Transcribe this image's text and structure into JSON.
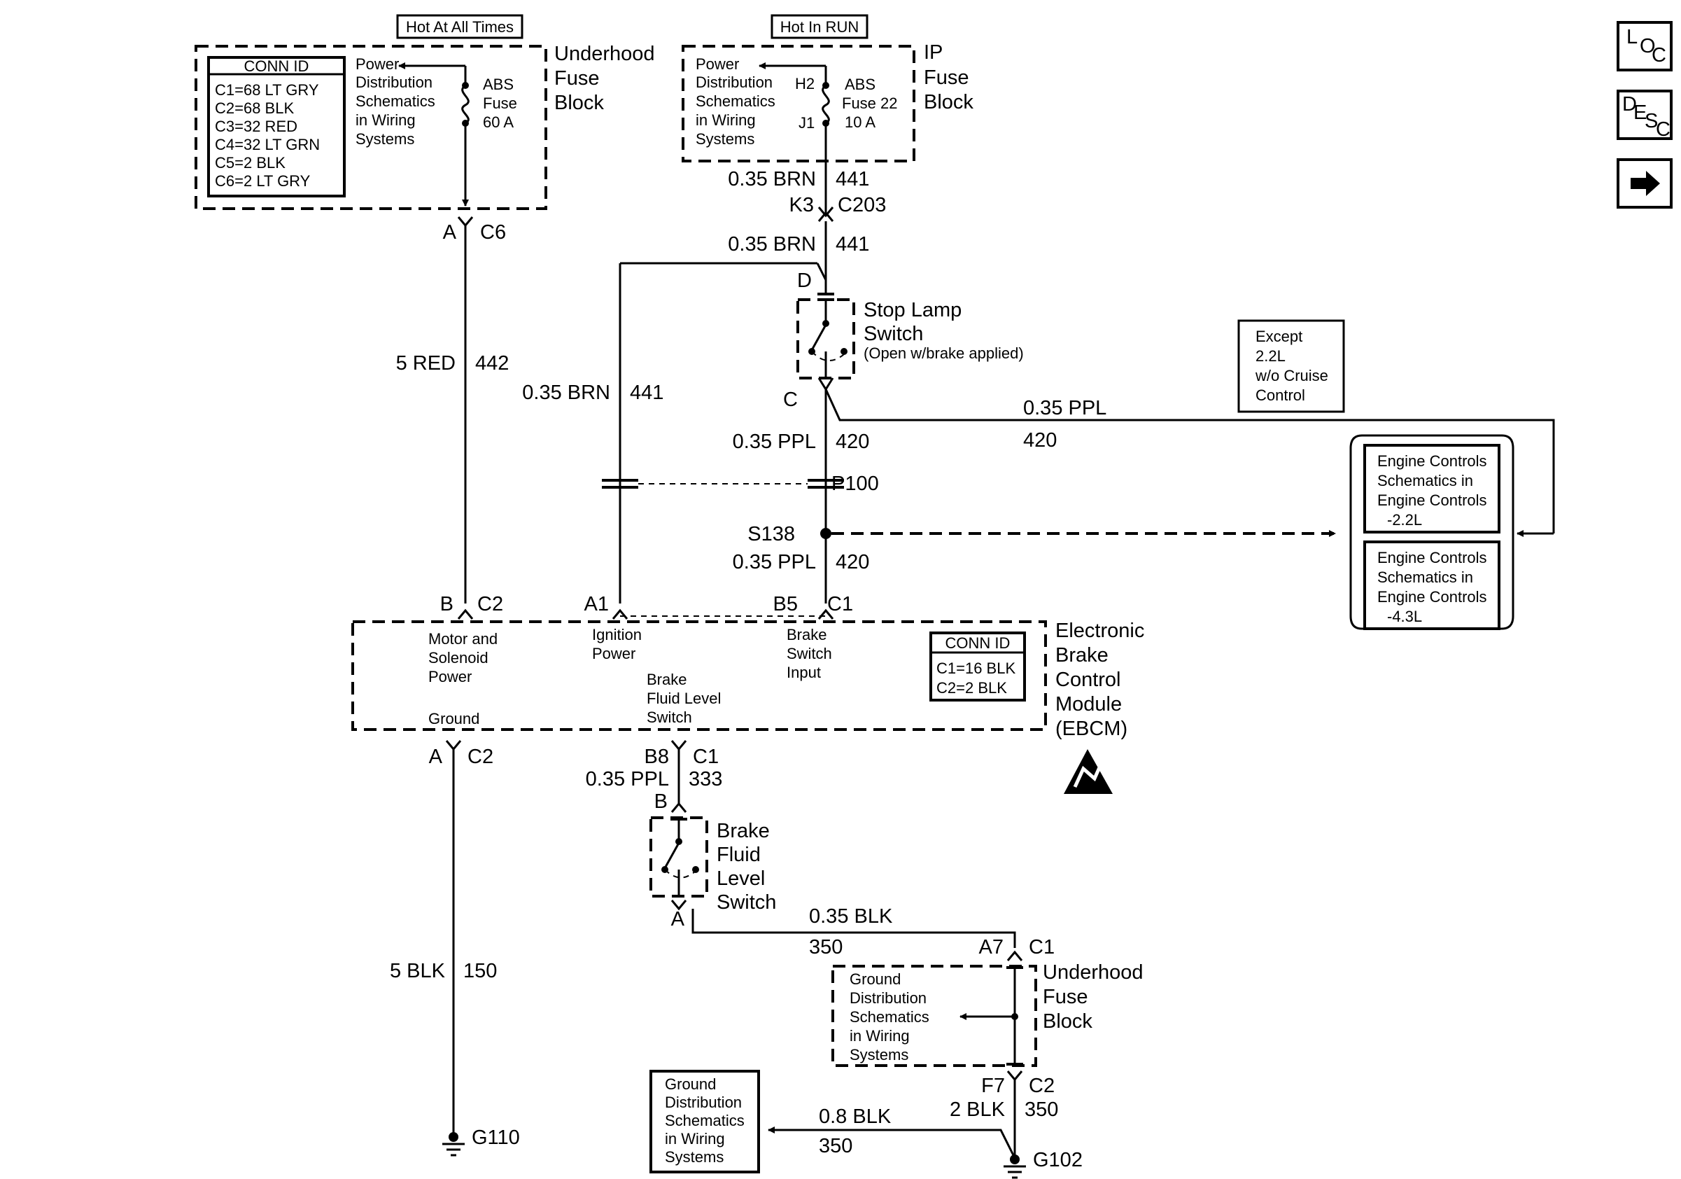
{
  "nav": {
    "loc": [
      "L",
      "O",
      "C"
    ],
    "desc": [
      "D",
      "E",
      "S",
      "C"
    ]
  },
  "hot_at_all_times": "Hot At All Times",
  "hot_in_run": "Hot In RUN",
  "underhood_fuse_block_top": {
    "name": [
      "Underhood",
      "Fuse",
      "Block"
    ],
    "conn_id_title": "CONN ID",
    "conn_ids": [
      "C1=68 LT GRY",
      "C2=68 BLK",
      "C3=32 RED",
      "C4=32 LT GRN",
      "C5=2 BLK",
      "C6=2 LT GRY"
    ],
    "power_ref": [
      "Power",
      "Distribution",
      "Schematics",
      "in Wiring",
      "Systems"
    ],
    "fuse": [
      "ABS",
      "Fuse",
      "60 A"
    ]
  },
  "ip_fuse_block": {
    "name": [
      "IP",
      "Fuse",
      "Block"
    ],
    "power_ref": [
      "Power",
      "Distribution",
      "Schematics",
      "in Wiring",
      "Systems"
    ],
    "pin_in": "H2",
    "pin_out": "J1",
    "fuse": [
      "ABS",
      "Fuse 22",
      "10 A"
    ]
  },
  "wires": {
    "fuse_out_color": "0.35 BRN",
    "fuse_out_circuit": "441",
    "c203_pin": "K3",
    "c203": "C203",
    "after_c203_color": "0.35 BRN",
    "after_c203_circuit": "441",
    "ign_color": "0.35 BRN",
    "ign_circuit": "441",
    "red_color": "5 RED",
    "red_circuit": "442",
    "ppl1_color": "0.35 PPL",
    "ppl1_circuit": "420",
    "ppl_branch_color": "0.35 PPL",
    "ppl_branch_circuit": "420",
    "ppl2_color": "0.35 PPL",
    "ppl2_circuit": "420",
    "fluid_color": "0.35 PPL",
    "fluid_circuit": "333",
    "blk_color": "5 BLK",
    "blk_circuit": "150",
    "blk350_color": "0.35 BLK",
    "blk350_circuit": "350",
    "blk08_color": "0.8 BLK",
    "blk08_circuit": "350",
    "blk2_color": "2 BLK",
    "blk2_circuit": "350"
  },
  "connectors": {
    "a_c6_pin": "A",
    "a_c6": "C6",
    "b_c2_pin": "B",
    "b_c2": "C2",
    "a1": "A1",
    "b5": "B5",
    "b5_c1": "C1",
    "a_c2_pin": "A",
    "a_c2": "C2",
    "b8": "B8",
    "b8_c1": "C1",
    "a7": "A7",
    "a7_c1": "C1",
    "f7": "F7",
    "f7_c2": "C2",
    "p100": "P100",
    "s138": "S138"
  },
  "stop_lamp_switch": {
    "pin_d": "D",
    "pin_c": "C",
    "name": [
      "Stop Lamp",
      "Switch"
    ],
    "note": "(Open w/brake applied)"
  },
  "except_note": [
    "Except",
    "2.2L",
    "w/o Cruise",
    "Control"
  ],
  "engine_controls": [
    [
      "Engine Controls",
      "Schematics in",
      "Engine Controls",
      "-2.2L"
    ],
    [
      "Engine Controls",
      "Schematics in",
      "Engine Controls",
      "-4.3L"
    ]
  ],
  "ebcm": {
    "name": [
      "Electronic",
      "Brake",
      "Control",
      "Module",
      "(EBCM)"
    ],
    "motor_power": [
      "Motor and",
      "Solenoid",
      "Power"
    ],
    "ground": "Ground",
    "ignition": [
      "Ignition",
      "Power"
    ],
    "brake_fluid": [
      "Brake",
      "Fluid Level",
      "Switch"
    ],
    "brake_switch": [
      "Brake",
      "Switch",
      "Input"
    ],
    "conn_id_title": "CONN ID",
    "conn_ids": [
      "C1=16 BLK",
      "C2=2 BLK"
    ]
  },
  "brake_fluid_switch": {
    "pin_b": "B",
    "pin_a": "A",
    "name": [
      "Brake",
      "Fluid",
      "Level",
      "Switch"
    ]
  },
  "underhood_fuse_block_bottom": {
    "name": [
      "Underhood",
      "Fuse",
      "Block"
    ],
    "ground_ref": [
      "Ground",
      "Distribution",
      "Schematics",
      "in Wiring",
      "Systems"
    ]
  },
  "ground_ref_box": [
    "Ground",
    "Distribution",
    "Schematics",
    "in Wiring",
    "Systems"
  ],
  "grounds": {
    "g110": "G110",
    "g102": "G102"
  }
}
